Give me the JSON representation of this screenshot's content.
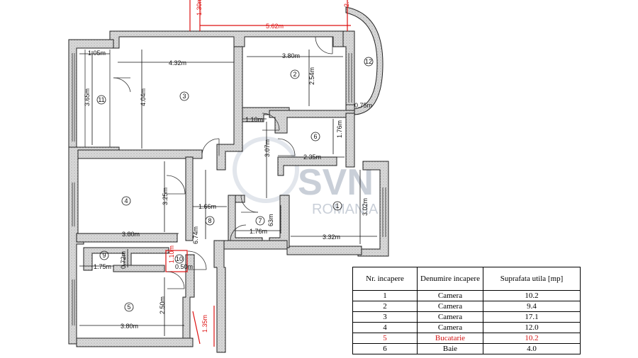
{
  "dimensions": {
    "d_130": "1.30m",
    "d_562": "5.62m",
    "d_2": "2.",
    "d_105": "1.05m",
    "d_432": "4.32m",
    "d_380_top": "3.80m",
    "d_254": "2.54m",
    "d_365": "3.65m",
    "d_404": "4.04m",
    "d_075": "0.75m",
    "d_110": "1.10m",
    "d_176v": "1.76m",
    "d_307": "3.07m",
    "d_235": "2.35m",
    "d_325": "3.25m",
    "d_166": "1.66m",
    "d_302": "3.02m",
    "d_163": "63m",
    "d_176h": "1.76m",
    "d_332": "3.32m",
    "d_380_mid": "3.80m",
    "d_674": "6.74m",
    "d_072": "0.72m",
    "d_175": "1.75m",
    "d_110s": "1.10m",
    "d_050": "0.50m",
    "d_250": "2.50m",
    "d_380_bot": "3.80m",
    "d_135": "1.35m"
  },
  "rooms": {
    "r1": "1",
    "r2": "2",
    "r3": "3",
    "r4": "4",
    "r5": "5",
    "r6": "6",
    "r7": "7",
    "r8": "8",
    "r9": "9",
    "r10": "10",
    "r11": "11",
    "r12": "12"
  },
  "watermark": {
    "brand": "SVN",
    "country": "ROMANIA"
  },
  "table": {
    "headers": {
      "nr": "Nr. incapere",
      "name": "Denumire incapere",
      "area": "Suprafata utila [mp]"
    },
    "rows": [
      {
        "nr": "1",
        "name": "Camera",
        "area": "10.2"
      },
      {
        "nr": "2",
        "name": "Camera",
        "area": "9.4"
      },
      {
        "nr": "3",
        "name": "Camera",
        "area": "17.1"
      },
      {
        "nr": "4",
        "name": "Camera",
        "area": "12.0"
      },
      {
        "nr": "5",
        "name": "Bucatarie",
        "area": "10.2"
      },
      {
        "nr": "6",
        "name": "Baie",
        "area": "4.0"
      }
    ],
    "highlight_color": "#d11111"
  }
}
